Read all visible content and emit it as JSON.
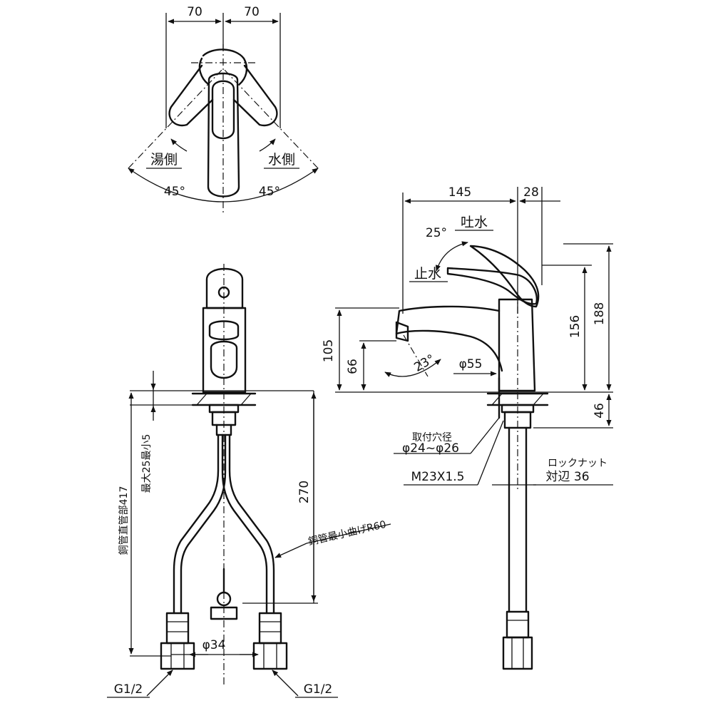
{
  "top_view": {
    "dim_left": "70",
    "dim_right": "70",
    "hot_side": "湯側",
    "cold_side": "水側",
    "angle_left": "45°",
    "angle_right": "45°"
  },
  "front_view": {
    "max_min_thickness": "最大25最小5",
    "pipe_straight_length": "銅管直管部417",
    "pipe_length": "270",
    "bend_radius": "銅管最小曲げR60",
    "spacing": "φ34",
    "thread_left": "G1/2",
    "thread_right": "G1/2"
  },
  "side_view": {
    "dim_reach": "145",
    "dim_lever": "28",
    "lever_angle": "25°",
    "water_on": "吐水",
    "water_off": "止水",
    "height_lever": "156",
    "height_total": "188",
    "height_spout": "105",
    "height_outlet": "66",
    "spout_angle": "23°",
    "base_diameter": "φ55",
    "below_deck": "46",
    "hole_label": "取付穴径",
    "hole_size": "φ24~φ26",
    "thread_spec": "M23X1.5",
    "lock_nut": "ロックナット",
    "lock_nut_size": "対辺 36"
  }
}
